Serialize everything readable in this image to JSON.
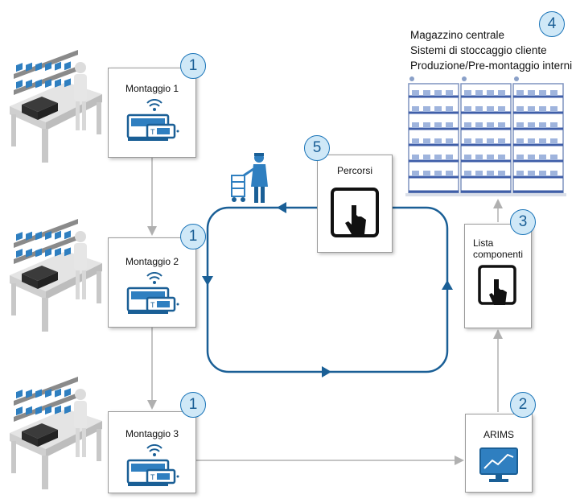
{
  "stations": [
    {
      "label": "Montaggio 1",
      "badge": "1"
    },
    {
      "label": "Montaggio 2",
      "badge": "1"
    },
    {
      "label": "Montaggio 3",
      "badge": "1"
    }
  ],
  "arims": {
    "label": "ARIMS",
    "badge": "2"
  },
  "components": {
    "label_line1": "Lista",
    "label_line2": "componenti",
    "badge": "3"
  },
  "warehouse": {
    "badge": "4",
    "lines": [
      "Magazzino centrale",
      "Sistemi di stoccaggio cliente",
      "Produzione/Pre-montaggio interni"
    ]
  },
  "routes": {
    "label": "Percorsi",
    "badge": "5"
  },
  "colors": {
    "accent": "#1a5f96",
    "badge_fill": "#cfe8f7",
    "connector": "#b0b0b0"
  },
  "icons": [
    "workbench-illustration",
    "scanner-terminal-icon",
    "tablet-touch-icon",
    "monitor-chart-icon",
    "shelving-illustration",
    "trolley-worker-icon"
  ]
}
